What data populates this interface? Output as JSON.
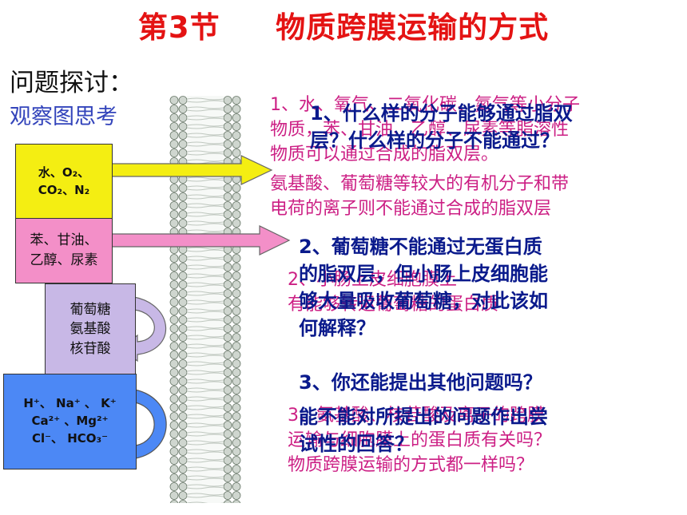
{
  "title": "第3节     物质跨膜运输的方式",
  "heading": "问题探讨：",
  "subheading": "观察图思考",
  "boxes": {
    "box1_line1": "水、O₂、",
    "box1_line2": "CO₂、N₂",
    "box2_line1": "苯、甘油、",
    "box2_line2": "乙醇、尿素",
    "box3_line1": "葡萄糖",
    "box3_line2": "氨基酸",
    "box3_line3": "核苷酸",
    "box4_line1": "H⁺、 Na⁺ 、 K⁺",
    "box4_line2": "Ca²⁺ 、Mg²⁺",
    "box4_line3": "Cl⁻、 HCO₃⁻"
  },
  "answers": {
    "a1_line1": "1、水、氧气、二氧化碳、氮气等小分子",
    "a1_line2": "物质，苯、甘油、乙醇、尿素等脂溶性",
    "a1_line3": "物质可以通过合成的脂双层。",
    "a1_line4": "氨基酸、葡萄糖等较大的有机分子和带",
    "a1_line5": "电荷的离子则不能通过合成的脂双层",
    "a2_line1": "2、小肠上皮细胞膜上",
    "a2_line2": "有能够转运葡萄糖的蛋白质",
    "a3_line1": "3、氨基酸、核苷酸及离子的跨膜",
    "a3_line2": "运输与细胞膜上的蛋白质有关吗？",
    "a3_line3": "物质跨膜运输的方式都一样吗？"
  },
  "questions": {
    "q1_line1": "1、什么样的分子能够通过脂双",
    "q1_line2": "层？什么样的分子不能通过？",
    "q2_line1": "2、葡萄糖不能通过无蛋白质",
    "q2_line2": "的脂双层，但小肠上皮细胞能",
    "q2_line3": "够大量吸收葡萄糖，对此该如",
    "q2_line4": "何解释？",
    "q3_line1": "3、你还能提出其他问题吗？",
    "q3_line2": "能不能对所提出的问题作出尝",
    "q3_line3": "试性的回答？"
  },
  "colors": {
    "title": "#e41313",
    "question": "#0a1a8c",
    "answer": "#cc1f84",
    "box1": "#f4ee12",
    "box2": "#f38fc8",
    "box3": "#c8b8e6",
    "box4": "#4c88f5"
  }
}
